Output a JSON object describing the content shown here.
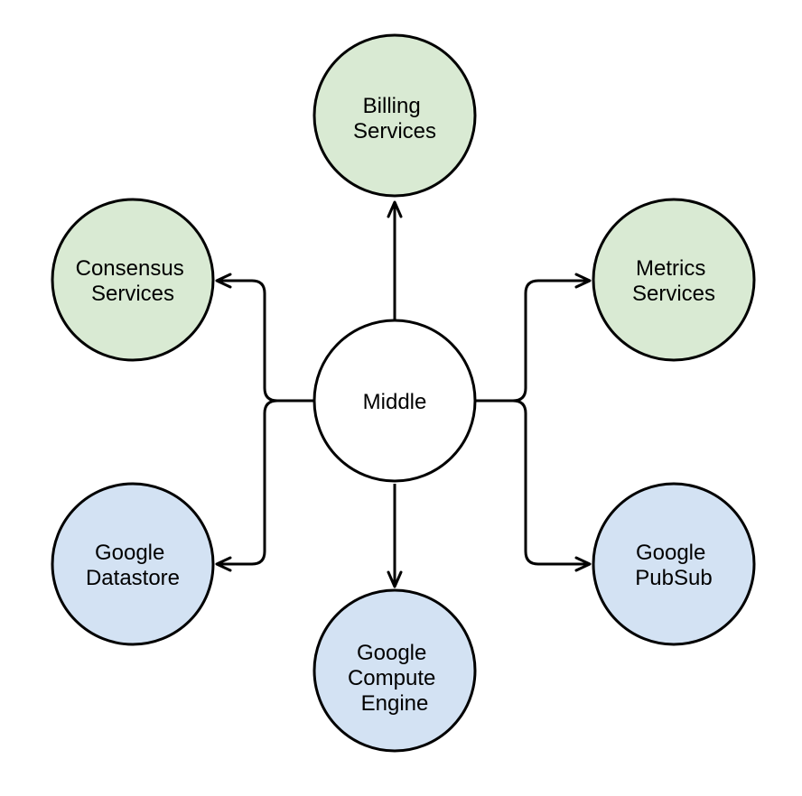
{
  "diagram": {
    "center": {
      "label": "Middle",
      "color": "#ffffff"
    },
    "colors": {
      "green": "#d9ead3",
      "blue": "#d3e2f3",
      "line": "#000000"
    },
    "nodes": {
      "billing": {
        "lines": [
          "Billing",
          "Services"
        ],
        "color": "#d9ead3"
      },
      "consensus": {
        "lines": [
          "Consensus",
          "Services"
        ],
        "color": "#d9ead3"
      },
      "metrics": {
        "lines": [
          "Metrics",
          "Services"
        ],
        "color": "#d9ead3"
      },
      "datastore": {
        "lines": [
          "Google",
          "Datastore"
        ],
        "color": "#d3e2f3"
      },
      "pubsub": {
        "lines": [
          "Google",
          "PubSub"
        ],
        "color": "#d3e2f3"
      },
      "compute": {
        "lines": [
          "Google",
          "Compute",
          "Engine"
        ],
        "color": "#d3e2f3"
      }
    },
    "edges": [
      {
        "from": "Middle",
        "to": "Billing Services"
      },
      {
        "from": "Middle",
        "to": "Consensus Services"
      },
      {
        "from": "Middle",
        "to": "Metrics Services"
      },
      {
        "from": "Middle",
        "to": "Google Datastore"
      },
      {
        "from": "Middle",
        "to": "Google PubSub"
      },
      {
        "from": "Middle",
        "to": "Google Compute Engine"
      }
    ]
  }
}
